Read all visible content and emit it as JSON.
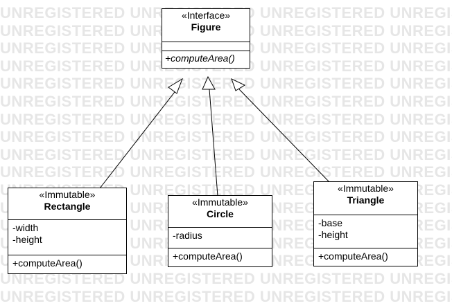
{
  "watermark": {
    "text": "UNREGISTERED"
  },
  "classes": {
    "figure": {
      "stereotype": "«Interface»",
      "name": "Figure",
      "attributes": [],
      "operations": [
        "+computeArea()"
      ]
    },
    "rectangle": {
      "stereotype": "«Immutable»",
      "name": "Rectangle",
      "attributes": [
        "-width",
        "-height"
      ],
      "operations": [
        "+computeArea()"
      ]
    },
    "circle": {
      "stereotype": "«Immutable»",
      "name": "Circle",
      "attributes": [
        "-radius"
      ],
      "operations": [
        "+computeArea()"
      ]
    },
    "triangle": {
      "stereotype": "«Immutable»",
      "name": "Triangle",
      "attributes": [
        "-base",
        "-height"
      ],
      "operations": [
        "+computeArea()"
      ]
    }
  },
  "relations": [
    {
      "type": "realization",
      "from": "Rectangle",
      "to": "Figure"
    },
    {
      "type": "realization",
      "from": "Circle",
      "to": "Figure"
    },
    {
      "type": "realization",
      "from": "Triangle",
      "to": "Figure"
    }
  ],
  "colors": {
    "stroke": "#000000",
    "background": "#ffffff",
    "watermark": "#e6e6e6"
  }
}
